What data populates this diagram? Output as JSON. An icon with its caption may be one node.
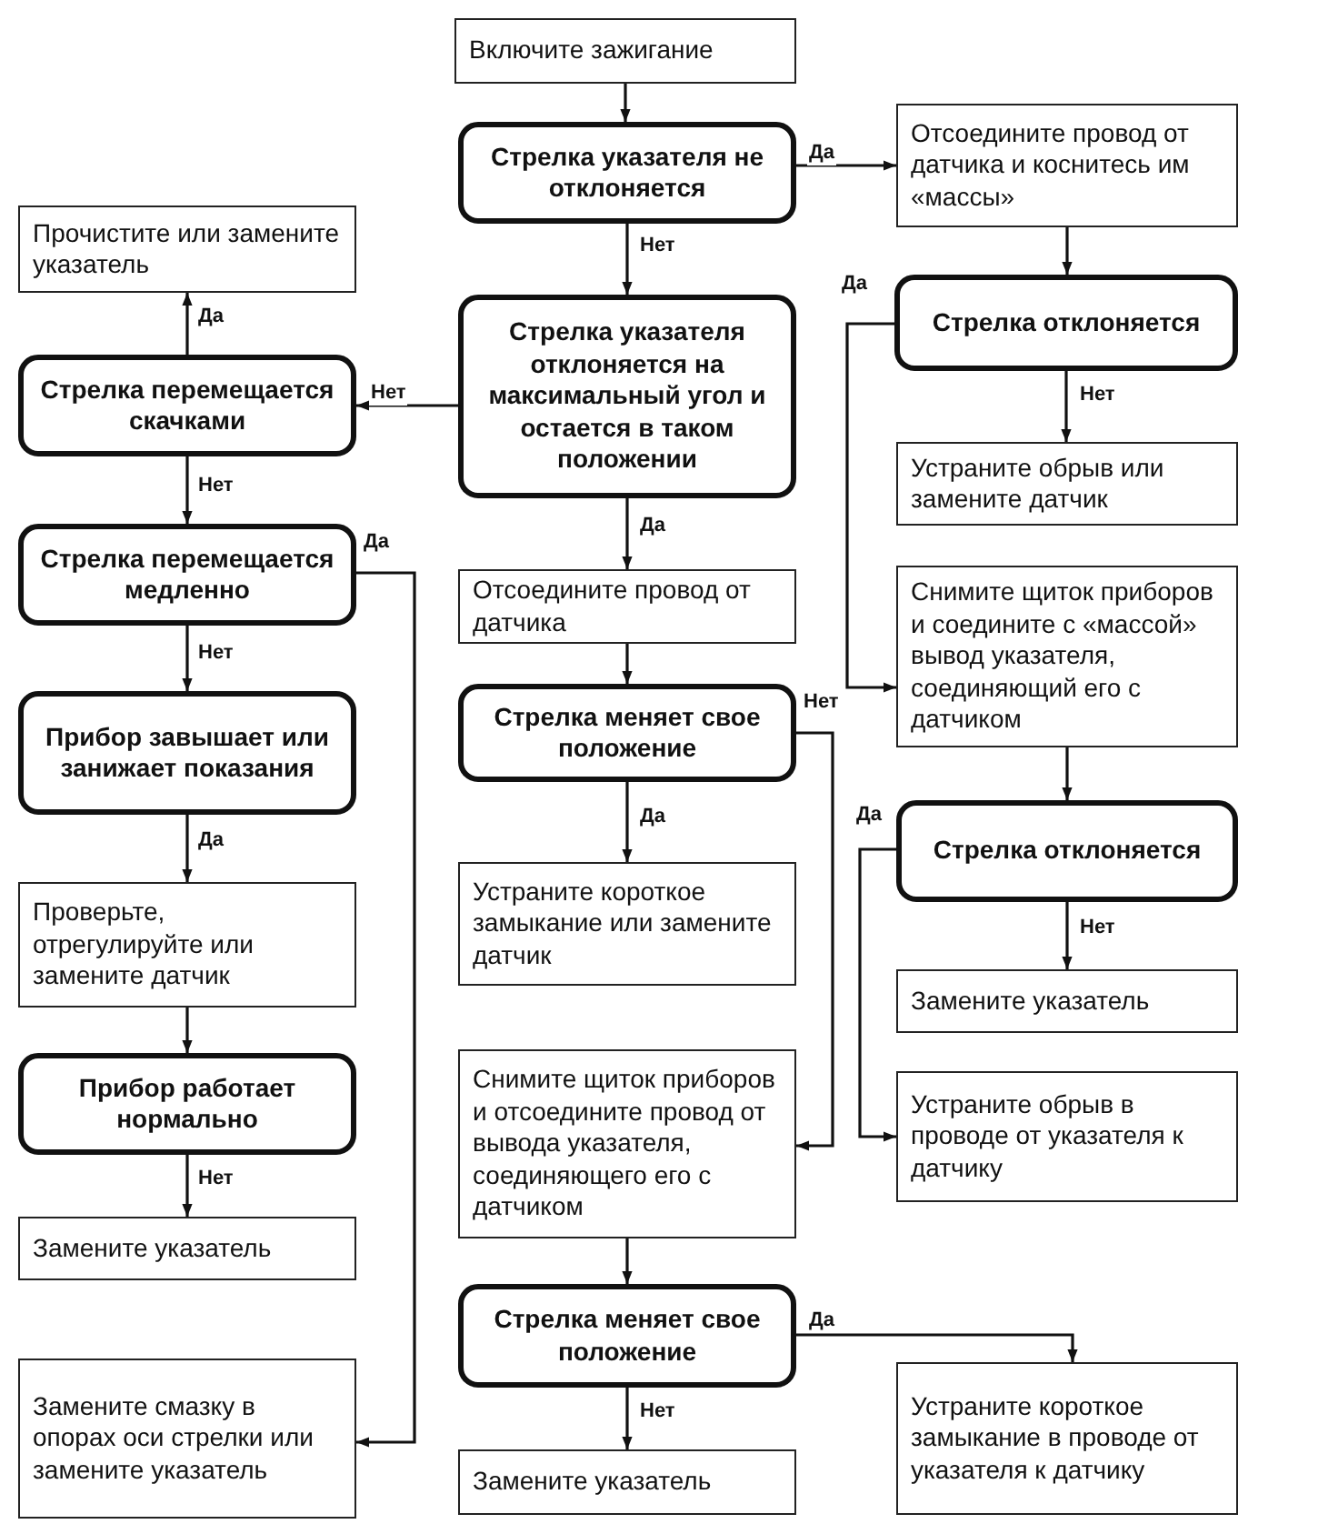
{
  "diagram": {
    "nodes": [
      {
        "text": [
          "Включите зажигание"
        ]
      },
      {
        "text": [
          "Стрелка указателя не отклоняется"
        ]
      },
      {
        "text": [
          "Отсоедините провод от датчика и коснитесь им «массы»"
        ]
      },
      {
        "text": [
          "Прочистите или замените указатель"
        ]
      },
      {
        "text": [
          "Стрелка указателя отклоняется на максимальный угол и остается в таком положении"
        ]
      },
      {
        "text": [
          "Стрелка отклоняется"
        ]
      },
      {
        "text": [
          "Стрелка перемещается скачками"
        ]
      },
      {
        "text": [
          "Устраните обрыв или замените датчик"
        ]
      },
      {
        "text": [
          "Стрелка перемещается медленно"
        ]
      },
      {
        "text": [
          "Отсоедините провод от датчика"
        ]
      },
      {
        "text": [
          "Снимите щиток приборов и соедините с «массой» вывод указателя, соединяющий его с датчиком"
        ]
      },
      {
        "text": [
          "Прибор завышает или занижает показания"
        ]
      },
      {
        "text": [
          "Стрелка меняет свое положение"
        ]
      },
      {
        "text": [
          "Стрелка отклоняется"
        ]
      },
      {
        "text": [
          "Устраните короткое замыкание или замените датчик"
        ]
      },
      {
        "text": [
          "Проверьте, отрегулируйте или замените датчик"
        ]
      },
      {
        "text": [
          "Замените указатель"
        ]
      },
      {
        "text": [
          "Прибор работает нормально"
        ]
      },
      {
        "text": [
          "Снимите щиток приборов и отсоедините провод от вывода указателя, соединяющего его с датчиком"
        ]
      },
      {
        "text": [
          "Устраните обрыв в проводе от указателя к датчику"
        ]
      },
      {
        "text": [
          "Замените указатель"
        ]
      },
      {
        "text": [
          "Стрелка меняет свое положение"
        ]
      },
      {
        "text": [
          "Замените смазку в опорах оси стрелки или замените указатель"
        ]
      },
      {
        "text": [
          "Устраните короткое замыкание в проводе от указателя к датчику"
        ]
      },
      {
        "text": [
          "Замените указатель"
        ]
      }
    ],
    "edges": [
      {
        "from": 0,
        "to": 1,
        "arrow": "to"
      },
      {
        "from": 1,
        "to": 2,
        "arrow": "to",
        "label": "Да"
      },
      {
        "from": 1,
        "to": 4,
        "arrow": "to",
        "label": "Нет"
      },
      {
        "from": 4,
        "to": 6,
        "arrow": "to",
        "label": "Нет"
      },
      {
        "from": 6,
        "to": 3,
        "arrow": "to",
        "label": "Да"
      },
      {
        "from": 6,
        "to": 8,
        "arrow": "to",
        "label": "Нет"
      },
      {
        "from": 8,
        "to": 22,
        "arrow": "to",
        "label": "Да"
      },
      {
        "from": 8,
        "to": 11,
        "arrow": "to",
        "label": "Нет"
      },
      {
        "from": 11,
        "to": 15,
        "arrow": "to",
        "label": "Да"
      },
      {
        "from": 15,
        "to": 17,
        "arrow": "to"
      },
      {
        "from": 17,
        "to": 20,
        "arrow": "to",
        "label": "Нет"
      },
      {
        "from": 4,
        "to": 9,
        "arrow": "to",
        "label": "Да"
      },
      {
        "from": 9,
        "to": 12,
        "arrow": "to"
      },
      {
        "from": 12,
        "to": 14,
        "arrow": "to",
        "label": "Да"
      },
      {
        "from": 12,
        "to": 18,
        "arrow": "to",
        "label": "Нет"
      },
      {
        "from": 2,
        "to": 5,
        "arrow": "to"
      },
      {
        "from": 5,
        "to": 10,
        "arrow": "to",
        "label": "Да"
      },
      {
        "from": 5,
        "to": 7,
        "arrow": "to",
        "label": "Нет"
      },
      {
        "from": 10,
        "to": 13,
        "arrow": "to"
      },
      {
        "from": 13,
        "to": 19,
        "arrow": "to",
        "label": "Да"
      },
      {
        "from": 13,
        "to": 16,
        "arrow": "to",
        "label": "Нет"
      },
      {
        "from": 18,
        "to": 21,
        "arrow": "to"
      },
      {
        "from": 21,
        "to": 23,
        "arrow": "to",
        "label": "Да"
      },
      {
        "from": 21,
        "to": 24,
        "arrow": "to",
        "label": "Нет"
      }
    ]
  }
}
